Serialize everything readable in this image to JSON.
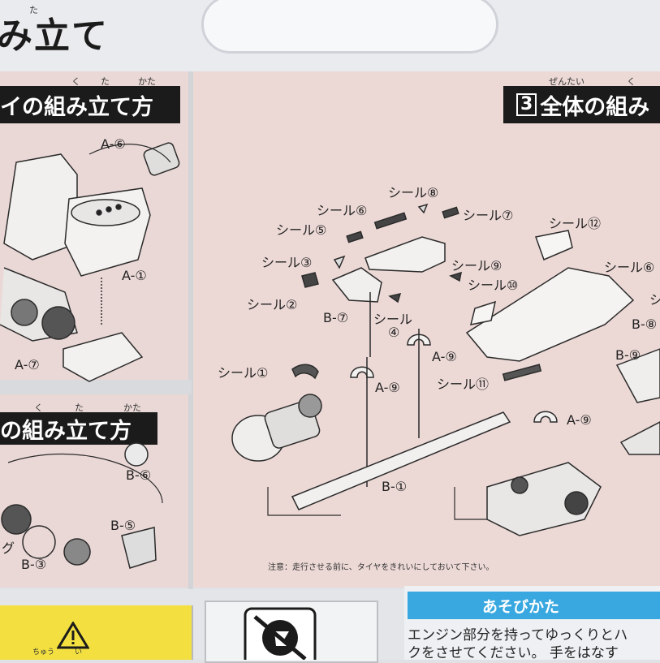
{
  "header": {
    "title": "み立て",
    "title_ruby": "た"
  },
  "left_section": {
    "heading": "イの組み立て方",
    "ruby": [
      "く",
      "た",
      "かた"
    ],
    "labels": {
      "a6": "A-⑥",
      "a1": "A-①",
      "a7": "A-⑦"
    }
  },
  "left_lower_section": {
    "heading": "の組み立て方",
    "ruby": [
      "く",
      "た",
      "かた"
    ],
    "labels": {
      "b6": "B-⑥",
      "b5": "B-⑤",
      "b3": "B-③",
      "ring": "グ"
    }
  },
  "main_section": {
    "number": "3",
    "heading": "全体の組み",
    "ruby": [
      "ぜんたい",
      "く"
    ],
    "labels": {
      "seal1": "シール①",
      "seal2": "シール②",
      "seal3": "シール③",
      "seal4_a": "シール",
      "seal4_b": "④",
      "seal5": "シール⑤",
      "seal6": "シール⑥",
      "seal7": "シール⑦",
      "seal8": "シール⑧",
      "seal9": "シール⑨",
      "seal10": "シール⑩",
      "seal11": "シール⑪",
      "seal12": "シール⑫",
      "seal_right": "シール⑥",
      "seal_right2": "シ",
      "b7": "B-⑦",
      "a9_1": "A-⑨",
      "a9_2": "A-⑨",
      "a9_3": "A-⑨",
      "b1": "B-①",
      "b8": "B-⑧",
      "b9": "B-⑨"
    },
    "note": "注意：走行させる前に、タイヤをきれいにしておいて下さい。"
  },
  "bottom": {
    "play_heading": "あそびかた",
    "play_line1": "エンジン部分を持ってゆっくりとハ",
    "play_line2": "クをさせてください。 手をはなす",
    "ruby_left": [
      "ちゅう",
      "い"
    ]
  },
  "colors": {
    "panel": "#ecd9d6",
    "heading_bg": "#1b1b1b",
    "play_head": "#39a8e0",
    "warning": "#f3e040"
  }
}
